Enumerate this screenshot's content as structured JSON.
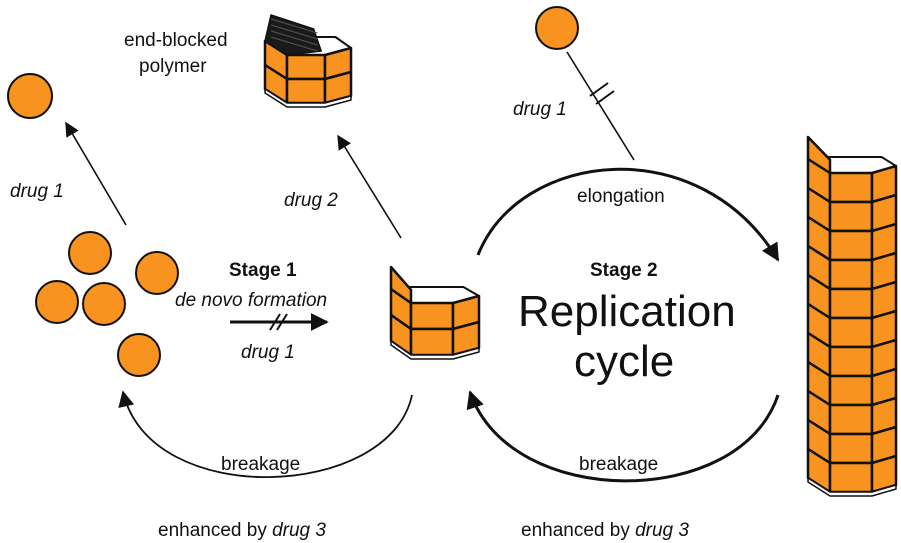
{
  "labels": {
    "end_blocked_line1": "end-blocked",
    "end_blocked_line2": "polymer",
    "drug1_left": "drug 1",
    "drug2": "drug 2",
    "drug1_top": "drug 1",
    "elongation": "elongation",
    "stage1_title": "Stage 1",
    "stage1_sub": "de novo formation",
    "stage1_drug": "drug 1",
    "stage2_title": "Stage 2",
    "replication_line1": "Replication",
    "replication_line2": "cycle",
    "breakage_left": "breakage",
    "breakage_right": "breakage",
    "enhanced_left_prefix": "enhanced by ",
    "enhanced_left_drug": "drug 3",
    "enhanced_right_prefix": "enhanced by ",
    "enhanced_right_drug": "drug 3"
  },
  "colors": {
    "monomer_fill": "#f7931e",
    "outline": "#111111",
    "blocker": "#1a1a1a",
    "background": "#ffffff"
  }
}
